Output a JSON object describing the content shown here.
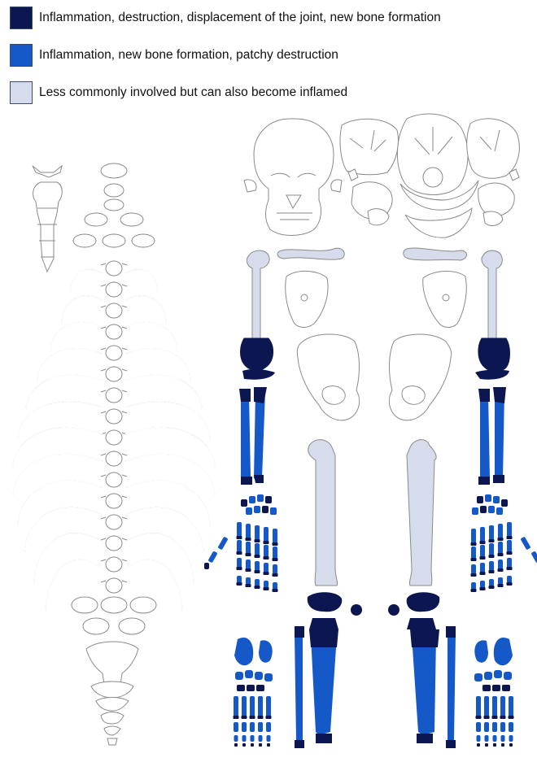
{
  "legend": [
    {
      "label": "Inflammation, destruction, displacement of the joint, new bone formation",
      "color": "#0c1650",
      "icon": "dark-navy-swatch"
    },
    {
      "label": "Inflammation, new bone formation, patchy destruction",
      "color": "#1558c8",
      "icon": "blue-swatch"
    },
    {
      "label": "Less commonly involved but can also become inflamed",
      "color": "#d6dcec",
      "icon": "light-blue-gray-swatch"
    }
  ],
  "colors": {
    "outline": "#8a8a8a",
    "severe": "#0c1650",
    "moderate": "#1558c8",
    "mild": "#d6dcec",
    "background": "#ffffff"
  }
}
